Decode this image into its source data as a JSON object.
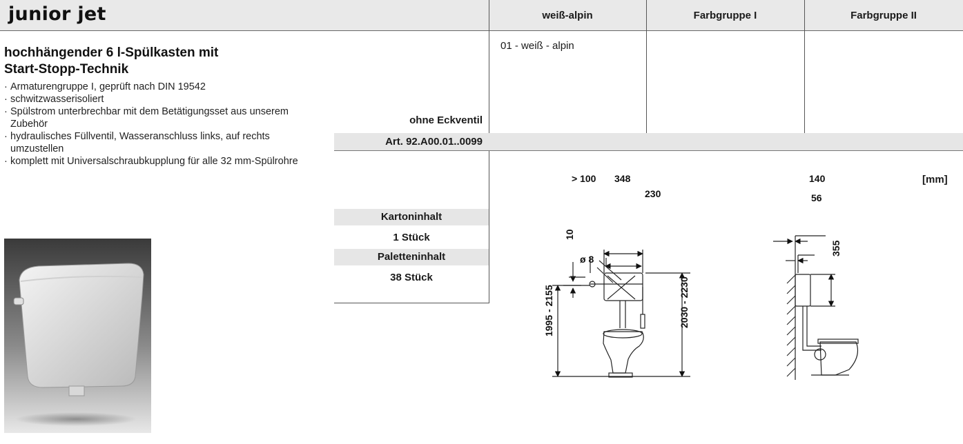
{
  "header": {
    "title": "junior jet",
    "columns": [
      "weiß-alpin",
      "Farbgruppe I",
      "Farbgruppe II"
    ]
  },
  "product": {
    "subtitle_line1": "hochhängender 6 l-Spülkasten mit",
    "subtitle_line2": "Start-Stopp-Technik",
    "features": [
      "Armaturengruppe I, geprüft nach DIN 19542",
      "schwitzwasserisoliert",
      "Spülstrom unterbrechbar mit dem Betätigungsset aus unserem Zubehör",
      "hydraulisches Füllventil, Wasseranschluss links, auf rechts umzustellen",
      "komplett mit Universalschraubkupplung für alle 32 mm-Spülrohre"
    ]
  },
  "order": {
    "variant_label": "ohne Eckventil",
    "article_number": "Art. 92.A00.01..0099",
    "color_value": "01 - weiß - alpin"
  },
  "packaging": {
    "carton_label": "Kartoninhalt",
    "carton_value": "1 Stück",
    "pallet_label": "Paletteninhalt",
    "pallet_value": "38 Stück"
  },
  "drawing": {
    "unit": "[mm]",
    "dim_side_gap": "> 100",
    "dim_width": "348",
    "dim_depth_front": "230",
    "dim_top_offset": "10",
    "dim_pipe": "ø 8",
    "dim_height_left": "1995 - 2155",
    "dim_height_right": "2030 - 2230",
    "dim_side_depth": "140",
    "dim_wall_gap": "56",
    "dim_tank_height": "355"
  },
  "colors": {
    "band": "#e9e9e9",
    "row": "#e6e6e6",
    "line": "#555555"
  }
}
